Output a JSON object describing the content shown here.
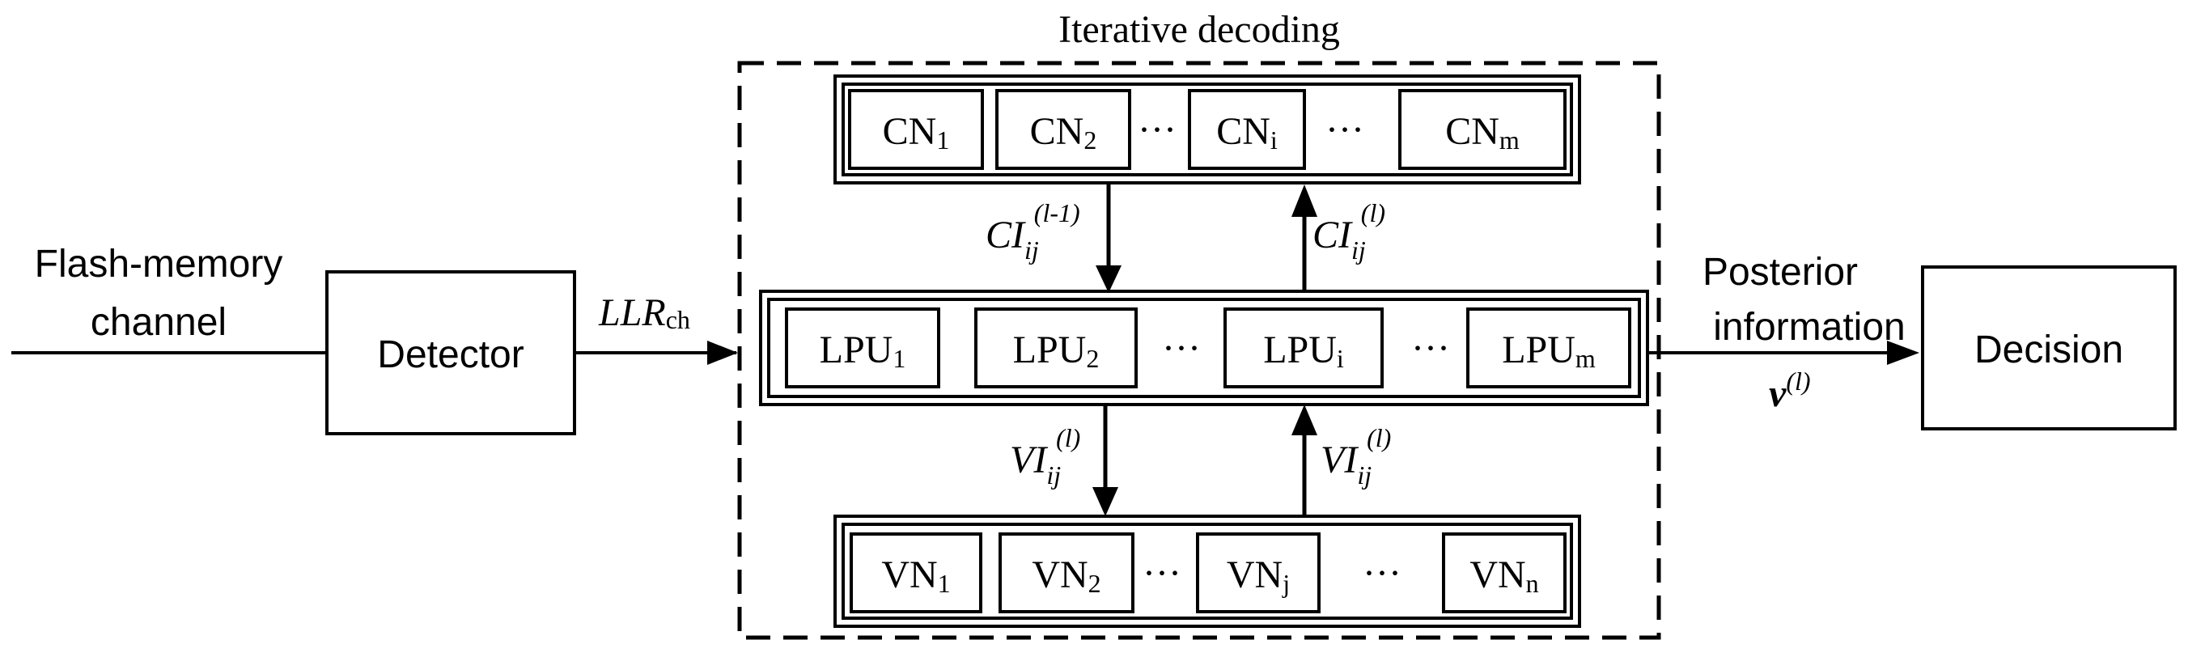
{
  "title": "Iterative decoding",
  "input": {
    "line1": "Flash-memory",
    "line2": "channel"
  },
  "detector": "Detector",
  "decision": "Decision",
  "llr": {
    "main": "LLR",
    "sub": "ch"
  },
  "posterior": {
    "line1": "Posterior",
    "line2": "information",
    "symbol": "v",
    "sup": "(l)"
  },
  "ellipsis": "···",
  "cn_row": [
    {
      "base": "CN",
      "sub": "1"
    },
    {
      "base": "CN",
      "sub": "2"
    },
    {
      "base": "CN",
      "sub": "i"
    },
    {
      "base": "CN",
      "sub": "m"
    }
  ],
  "lpu_row": [
    {
      "base": "LPU",
      "sub": "1"
    },
    {
      "base": "LPU",
      "sub": "2"
    },
    {
      "base": "LPU",
      "sub": "i"
    },
    {
      "base": "LPU",
      "sub": "m"
    }
  ],
  "vn_row": [
    {
      "base": "VN",
      "sub": "1"
    },
    {
      "base": "VN",
      "sub": "2"
    },
    {
      "base": "VN",
      "sub": "j"
    },
    {
      "base": "VN",
      "sub": "n"
    }
  ],
  "messages": {
    "ci_down": {
      "main": "CI",
      "sub": "ij",
      "sup": "(l-1)"
    },
    "ci_up": {
      "main": "CI",
      "sub": "ij",
      "sup": "(l)"
    },
    "vi_down": {
      "main": "VI",
      "sub": "ij",
      "sup": "(l)"
    },
    "vi_up": {
      "main": "VI",
      "sub": "ij",
      "sup": "(l)"
    }
  }
}
